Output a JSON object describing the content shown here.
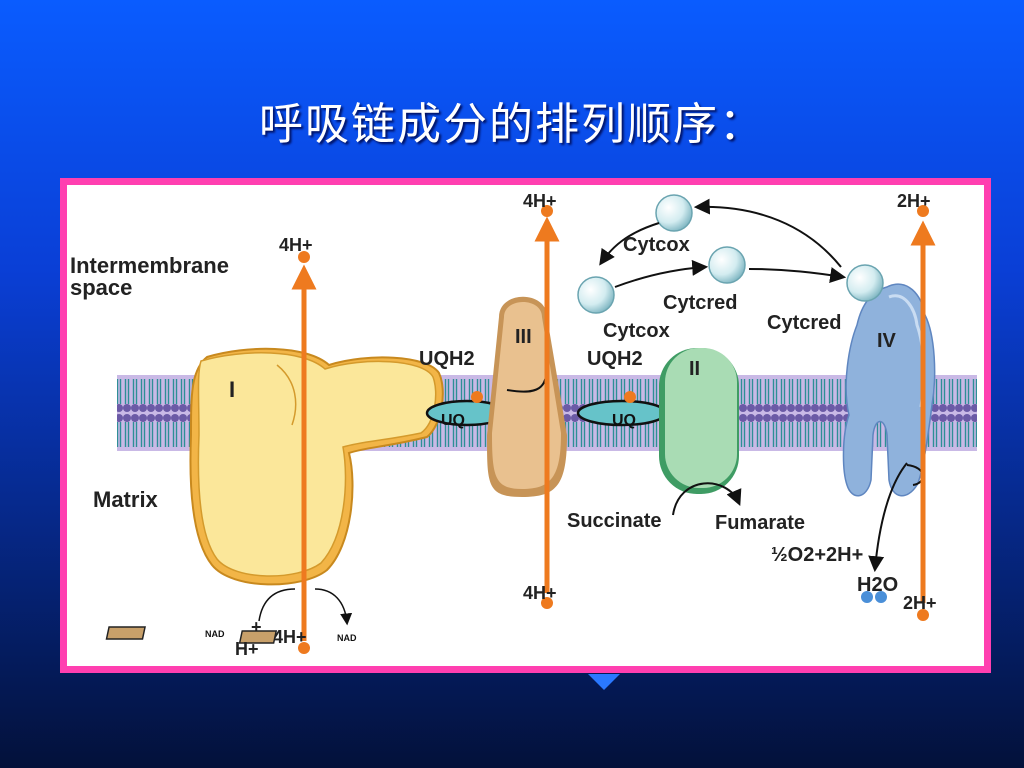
{
  "slide": {
    "title": "呼吸链成分的排列顺序："
  },
  "diagram": {
    "regions": {
      "intermembrane_line1": "Intermembrane",
      "intermembrane_line2": "space",
      "matrix": "Matrix"
    },
    "complexes": {
      "complex_1": "I",
      "complex_2": "II",
      "complex_3": "III",
      "complex_4": "IV"
    },
    "carriers": {
      "uqh2_left": "UQH2",
      "uqh2_right": "UQH2",
      "uq_left": "UQ",
      "uq_right": "UQ",
      "cytc_ox_top": "Cytcox",
      "cytc_red_mid": "Cytcred",
      "cytc_ox_low": "Cytcox",
      "cytc_red_right": "Cytcred"
    },
    "protons": {
      "c1_top": "4H+",
      "c1_bottom": "4H+",
      "c3_top": "4H+",
      "c3_bottom": "4H+",
      "c4_top": "2H+",
      "c4_bottom": "2H+"
    },
    "reactions": {
      "nad_left": "NAD",
      "nad_right": "NAD",
      "plus": "+",
      "h_plus": "H+",
      "succinate": "Succinate",
      "fumarate": "Fumarate",
      "oxygen_reaction": "½O2+2H+",
      "water": "H2O"
    },
    "colors": {
      "complex_1": "#fbe79a",
      "complex_1_edge": "#e0a42a",
      "complex_2": "#a9dcb4",
      "complex_3": "#e9c18f",
      "complex_4": "#a7c7ea",
      "membrane_heads": "#6b5aa6",
      "membrane_core": "#3b9ea6",
      "proton_arrow": "#ee7a1f",
      "frame": "#ff3fb0"
    }
  }
}
